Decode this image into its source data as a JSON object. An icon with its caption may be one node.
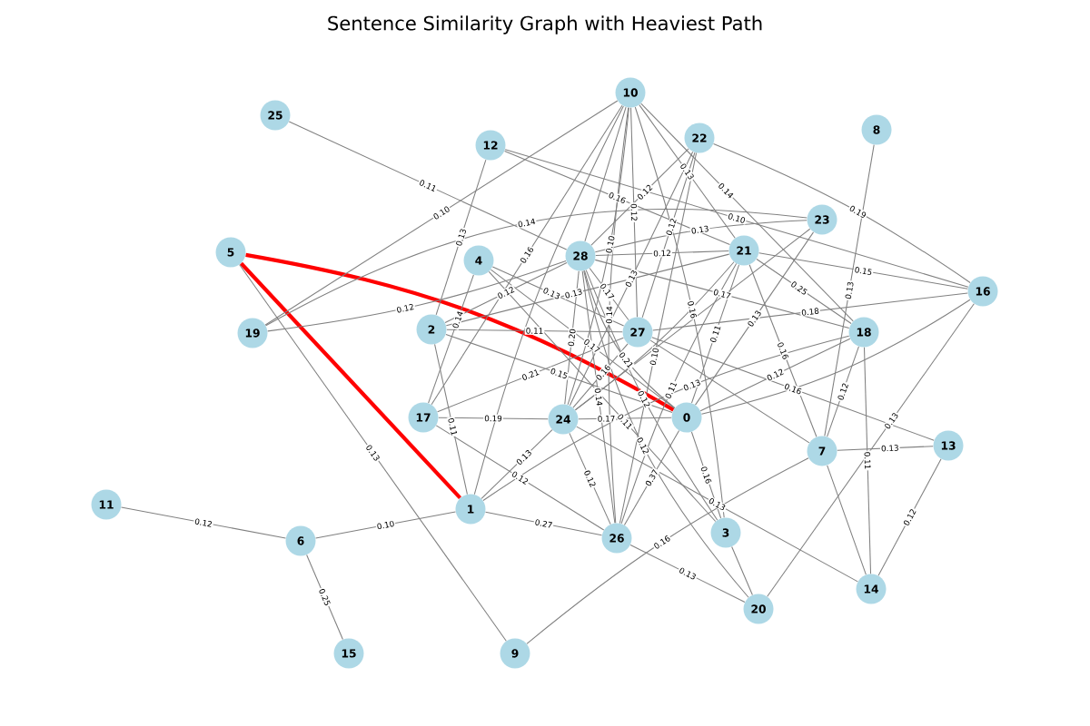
{
  "diagram": {
    "title": "Sentence Similarity Graph with Heaviest Path",
    "nodes": [
      {
        "text": [
          "0"
        ]
      },
      {
        "text": [
          "1"
        ]
      },
      {
        "text": [
          "2"
        ]
      },
      {
        "text": [
          "3"
        ]
      },
      {
        "text": [
          "4"
        ]
      },
      {
        "text": [
          "5"
        ]
      },
      {
        "text": [
          "6"
        ]
      },
      {
        "text": [
          "7"
        ]
      },
      {
        "text": [
          "8"
        ]
      },
      {
        "text": [
          "9"
        ]
      },
      {
        "text": [
          "10"
        ]
      },
      {
        "text": [
          "11"
        ]
      },
      {
        "text": [
          "12"
        ]
      },
      {
        "text": [
          "13"
        ]
      },
      {
        "text": [
          "14"
        ]
      },
      {
        "text": [
          "15"
        ]
      },
      {
        "text": [
          "16"
        ]
      },
      {
        "text": [
          "17"
        ]
      },
      {
        "text": [
          "18"
        ]
      },
      {
        "text": [
          "19"
        ]
      },
      {
        "text": [
          "20"
        ]
      },
      {
        "text": [
          "21"
        ]
      },
      {
        "text": [
          "22"
        ]
      },
      {
        "text": [
          "23"
        ]
      },
      {
        "text": [
          "24"
        ]
      },
      {
        "text": [
          "25"
        ]
      },
      {
        "text": [
          "26"
        ]
      },
      {
        "text": [
          "27"
        ]
      },
      {
        "text": [
          "28"
        ]
      }
    ],
    "edges": [
      {
        "from": 5,
        "to": 0,
        "arrow": "none",
        "style": "thick",
        "color": "#ff0000"
      },
      {
        "from": 5,
        "to": 1,
        "arrow": "none",
        "style": "thick",
        "color": "#ff0000"
      },
      {
        "from": 5,
        "to": 9,
        "arrow": "none",
        "label": "0.13"
      },
      {
        "from": 6,
        "to": 11,
        "arrow": "none",
        "label": "0.12"
      },
      {
        "from": 6,
        "to": 15,
        "arrow": "none",
        "label": "0.25"
      },
      {
        "from": 6,
        "to": 1,
        "arrow": "none",
        "label": "0.10"
      },
      {
        "from": 25,
        "to": 28,
        "arrow": "none",
        "label": "0.11"
      },
      {
        "from": 19,
        "to": 10,
        "arrow": "none",
        "label": "0.10"
      },
      {
        "from": 19,
        "to": 28,
        "arrow": "none",
        "label": "0.12"
      },
      {
        "from": 19,
        "to": 23,
        "arrow": "none",
        "label": "0.14"
      },
      {
        "from": 12,
        "to": 2,
        "arrow": "none",
        "label": "0.13"
      },
      {
        "from": 12,
        "to": 21,
        "arrow": "none",
        "label": "0.16"
      },
      {
        "from": 12,
        "to": 16,
        "arrow": "none",
        "label": "0.10"
      },
      {
        "from": 10,
        "to": 21,
        "arrow": "none",
        "label": "0.13"
      },
      {
        "from": 10,
        "to": 18,
        "arrow": "none",
        "label": "0.14"
      },
      {
        "from": 10,
        "to": 17,
        "arrow": "none",
        "label": "0.16"
      },
      {
        "from": 10,
        "to": 24,
        "arrow": "none",
        "label": "0.10"
      },
      {
        "from": 10,
        "to": 27,
        "arrow": "none",
        "label": "0.12"
      },
      {
        "from": 10,
        "to": 26,
        "arrow": "none",
        "label": "0.14"
      },
      {
        "from": 10,
        "to": 3,
        "arrow": "none",
        "label": "0.16"
      },
      {
        "from": 10,
        "to": 1,
        "arrow": "none"
      },
      {
        "from": 10,
        "to": 28,
        "arrow": "none"
      },
      {
        "from": 28,
        "to": 3,
        "arrow": "none",
        "label": "0.12"
      },
      {
        "from": 28,
        "to": 20,
        "arrow": "none",
        "label": "0.12"
      },
      {
        "from": 28,
        "to": 0,
        "arrow": "none",
        "label": "0.21"
      },
      {
        "from": 28,
        "to": 27,
        "arrow": "none",
        "label": "0.17"
      },
      {
        "from": 28,
        "to": 21,
        "arrow": "none",
        "label": "0.12"
      },
      {
        "from": 28,
        "to": 23,
        "arrow": "none",
        "label": "0.13"
      },
      {
        "from": 28,
        "to": 18,
        "arrow": "none",
        "label": "0.17"
      },
      {
        "from": 28,
        "to": 24,
        "arrow": "none",
        "label": "0.20"
      },
      {
        "from": 28,
        "to": 26,
        "arrow": "none",
        "label": "0.14"
      },
      {
        "from": 2,
        "to": 28,
        "arrow": "none",
        "label": "0.12"
      },
      {
        "from": 2,
        "to": 21,
        "arrow": "none",
        "label": "0.13"
      },
      {
        "from": 2,
        "to": 27,
        "arrow": "none",
        "label": "0.11"
      },
      {
        "from": 2,
        "to": 0,
        "arrow": "none",
        "label": "0.15"
      },
      {
        "from": 2,
        "to": 1,
        "arrow": "none",
        "label": "0.11"
      },
      {
        "from": 4,
        "to": 27,
        "arrow": "none",
        "label": "0.13"
      },
      {
        "from": 4,
        "to": 0,
        "arrow": "none",
        "label": "0.17"
      },
      {
        "from": 4,
        "to": 17,
        "arrow": "none",
        "label": "0.14"
      },
      {
        "from": 4,
        "to": 3,
        "arrow": "none",
        "label": "0.11"
      },
      {
        "from": 17,
        "to": 24,
        "arrow": "none",
        "label": "0.19"
      },
      {
        "from": 17,
        "to": 26,
        "arrow": "none",
        "label": "0.12"
      },
      {
        "from": 17,
        "to": 27,
        "arrow": "none",
        "label": "0.21"
      },
      {
        "from": 24,
        "to": 0,
        "arrow": "none",
        "label": "0.17"
      },
      {
        "from": 24,
        "to": 1,
        "arrow": "none",
        "label": "0.13"
      },
      {
        "from": 24,
        "to": 26,
        "arrow": "none",
        "label": "0.12"
      },
      {
        "from": 24,
        "to": 14,
        "arrow": "none",
        "label": "0.13"
      },
      {
        "from": 24,
        "to": 27,
        "arrow": "none",
        "label": "0.16"
      },
      {
        "from": 24,
        "to": 22,
        "arrow": "none",
        "label": "0.13"
      },
      {
        "from": 24,
        "to": 23,
        "arrow": "none"
      },
      {
        "from": 24,
        "to": 21,
        "arrow": "none"
      },
      {
        "from": 0,
        "to": 18,
        "arrow": "none",
        "label": "0.12"
      },
      {
        "from": 1,
        "to": 18,
        "arrow": "none",
        "label": "0.13"
      },
      {
        "from": 0,
        "to": 23,
        "arrow": "none",
        "label": "0.13"
      },
      {
        "from": 0,
        "to": 21,
        "arrow": "none",
        "label": "0.11"
      },
      {
        "from": 0,
        "to": 16,
        "arrow": "none"
      },
      {
        "from": 0,
        "to": 3,
        "arrow": "none",
        "label": "0.16"
      },
      {
        "from": 0,
        "to": 26,
        "arrow": "none",
        "label": "0.37"
      },
      {
        "from": 27,
        "to": 13,
        "arrow": "none",
        "label": "0.16"
      },
      {
        "from": 27,
        "to": 7,
        "arrow": "none"
      },
      {
        "from": 27,
        "to": 16,
        "arrow": "none",
        "label": "0.18"
      },
      {
        "from": 21,
        "to": 7,
        "arrow": "none",
        "label": "0.16"
      },
      {
        "from": 21,
        "to": 18,
        "arrow": "none",
        "label": "0.25"
      },
      {
        "from": 21,
        "to": 16,
        "arrow": "none",
        "label": "0.15"
      },
      {
        "from": 21,
        "to": 26,
        "arrow": "none",
        "label": "0.11"
      },
      {
        "from": 22,
        "to": 16,
        "arrow": "none",
        "label": "0.19"
      },
      {
        "from": 22,
        "to": 28,
        "arrow": "none",
        "label": "0.12"
      },
      {
        "from": 22,
        "to": 26,
        "arrow": "none",
        "label": "0.10"
      },
      {
        "from": 22,
        "to": 27,
        "arrow": "none",
        "label": "0.12"
      },
      {
        "from": 8,
        "to": 7,
        "arrow": "none",
        "label": "0.13"
      },
      {
        "from": 18,
        "to": 14,
        "arrow": "none",
        "label": "0.11"
      },
      {
        "from": 18,
        "to": 7,
        "arrow": "none",
        "label": "0.12"
      },
      {
        "from": 7,
        "to": 13,
        "arrow": "none",
        "label": "0.13"
      },
      {
        "from": 7,
        "to": 9,
        "arrow": "none",
        "label": "0.16"
      },
      {
        "from": 7,
        "to": 14,
        "arrow": "none"
      },
      {
        "from": 13,
        "to": 14,
        "arrow": "none",
        "label": "0.12"
      },
      {
        "from": 16,
        "to": 20,
        "arrow": "none",
        "label": "0.13"
      },
      {
        "from": 26,
        "to": 20,
        "arrow": "none",
        "label": "0.13"
      },
      {
        "from": 3,
        "to": 20,
        "arrow": "none"
      },
      {
        "from": 1,
        "to": 26,
        "arrow": "none",
        "label": "0.27"
      }
    ]
  }
}
